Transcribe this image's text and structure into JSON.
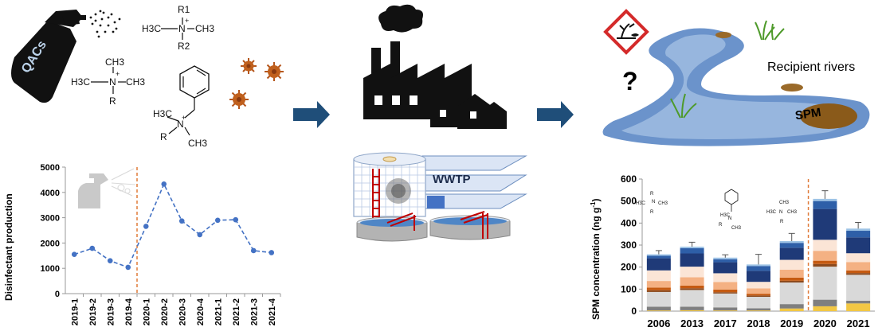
{
  "labels": {
    "qacs": "QACs",
    "wwtp": "WWTP",
    "recipient_rivers": "Recipient rivers",
    "spm": "SPM",
    "question_mark": "?"
  },
  "chem": {
    "s1": {
      "r1": "R1",
      "n": "N",
      "plus": "+",
      "left": "H3C",
      "right": "CH3",
      "r2": "R2"
    },
    "s2": {
      "top": "CH3",
      "left": "H3C",
      "n": "N",
      "plus": "+",
      "right": "CH3",
      "r": "R"
    },
    "s3": {
      "left": "H3C",
      "n": "N",
      "plus": "+",
      "r": "R",
      "bottom": "CH3"
    }
  },
  "chart_data": [
    {
      "type": "line",
      "ylabel": "Disinfectant production",
      "categories": [
        "2019-1",
        "2019-2",
        "2019-3",
        "2019-4",
        "2020-1",
        "2020-2",
        "2020-3",
        "2020-4",
        "2021-1",
        "2021-2",
        "2021-3",
        "2021-4"
      ],
      "values": [
        1550,
        1790,
        1300,
        1040,
        2660,
        4330,
        2870,
        2330,
        2900,
        2920,
        1700,
        1620
      ],
      "ylim": [
        0,
        5000
      ],
      "yticks": [
        "0",
        "1000",
        "2000",
        "3000",
        "4000",
        "5000"
      ],
      "color": "#4472c4",
      "divider_color": "#e07b39"
    },
    {
      "type": "bar",
      "stacked": true,
      "ylabel": "SPM concentration (ng g-1)",
      "categories": [
        "2006",
        "2013",
        "2017",
        "2018",
        "2019",
        "2020",
        "2021"
      ],
      "ylim": [
        0,
        600
      ],
      "yticks": [
        "0",
        "100",
        "200",
        "300",
        "400",
        "500",
        "600"
      ],
      "totals": [
        258,
        293,
        243,
        212,
        318,
        510,
        375
      ],
      "errors": [
        17,
        20,
        13,
        46,
        35,
        37,
        28
      ],
      "segment_colors": [
        "#f2c744",
        "#7f7f7f",
        "#d9d9d9",
        "#8c4a1e",
        "#c55a11",
        "#f4b183",
        "#fbe5d6",
        "#1f3a78",
        "#2e5fa8",
        "#9dc3e6"
      ],
      "segments": [
        [
          3,
          17,
          67,
          8,
          12,
          30,
          48,
          55,
          12,
          6
        ],
        [
          4,
          16,
          76,
          8,
          12,
          38,
          48,
          60,
          24,
          7
        ],
        [
          3,
          14,
          63,
          6,
          12,
          34,
          40,
          50,
          14,
          7
        ],
        [
          3,
          10,
          52,
          6,
          8,
          24,
          30,
          50,
          22,
          7
        ],
        [
          12,
          20,
          98,
          8,
          14,
          36,
          45,
          55,
          22,
          8
        ],
        [
          22,
          30,
          150,
          12,
          15,
          45,
          50,
          140,
          36,
          10
        ],
        [
          35,
          12,
          118,
          8,
          12,
          38,
          40,
          72,
          30,
          10
        ]
      ],
      "divider_color": "#e07b39"
    }
  ]
}
